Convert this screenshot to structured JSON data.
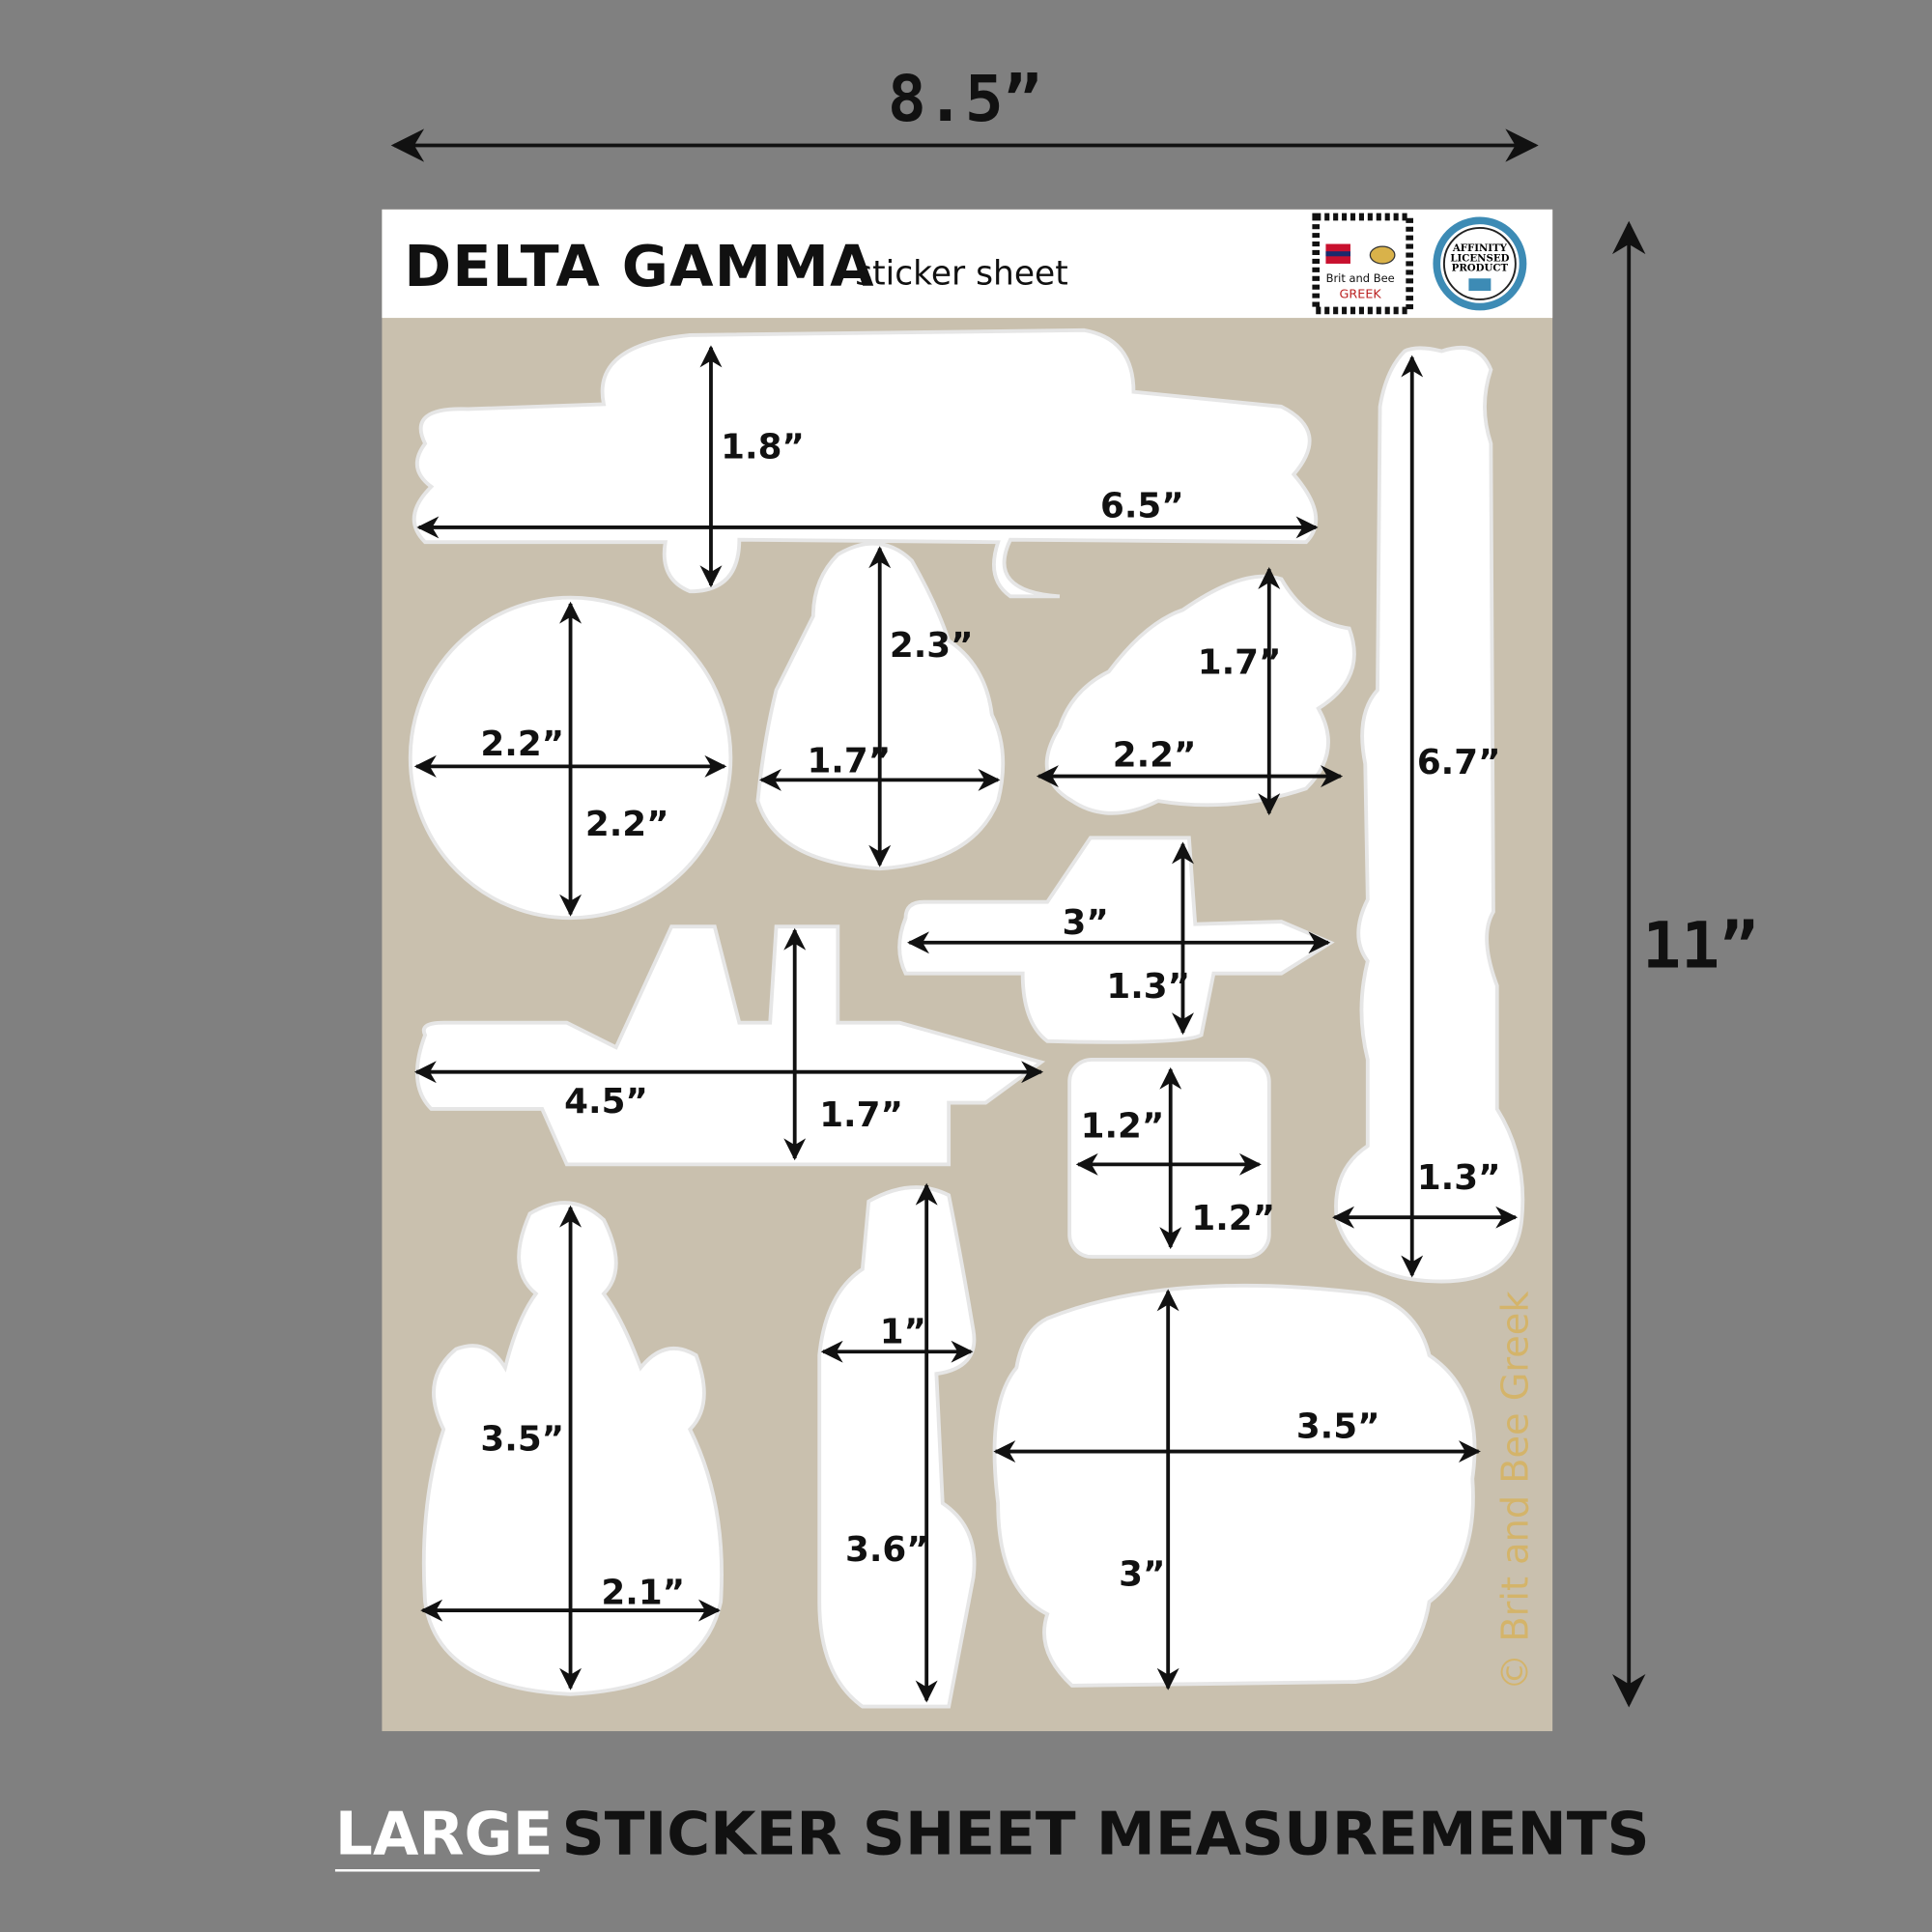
{
  "sheet": {
    "width_label": "8.5”",
    "height_label": "11”",
    "title": "DELTA GAMMA",
    "subtitle": "sticker sheet",
    "logo_brit_bee": {
      "line1": "Brit and Bee",
      "line2": "GREEK"
    },
    "logo_affinity": {
      "line1": "AFFINITY",
      "line2": "LICENSED",
      "line3": "PRODUCT"
    },
    "watermark": "© Brit and Bee Greek",
    "colors": {
      "background": "#808080",
      "sheet": "#c9c0ae",
      "header": "#ffffff",
      "watermark": "#d4b46a"
    }
  },
  "stickers": [
    {
      "name": "banner",
      "width": "6.5”",
      "height": "1.8”"
    },
    {
      "name": "circle",
      "width": "2.2”",
      "height": "2.2”"
    },
    {
      "name": "tall-shape",
      "width": "1.7”",
      "height": "2.3”"
    },
    {
      "name": "side-shape",
      "width": "2.2”",
      "height": "1.7”"
    },
    {
      "name": "long-vertical",
      "width": "1.3”",
      "height": "6.7”"
    },
    {
      "name": "small-arrow",
      "width": "3”",
      "height": "1.3”"
    },
    {
      "name": "large-arrow",
      "width": "4.5”",
      "height": "1.7”"
    },
    {
      "name": "square",
      "width": "1.2”",
      "height": "1.2”"
    },
    {
      "name": "bottom-left",
      "width": "2.1”",
      "height": "3.5”"
    },
    {
      "name": "narrow",
      "width": "1”",
      "height": "3.6”"
    },
    {
      "name": "round-blob",
      "width": "3.5”",
      "height": "3”"
    }
  ],
  "footer": {
    "highlight": "LARGE",
    "text": "STICKER SHEET MEASUREMENTS"
  }
}
